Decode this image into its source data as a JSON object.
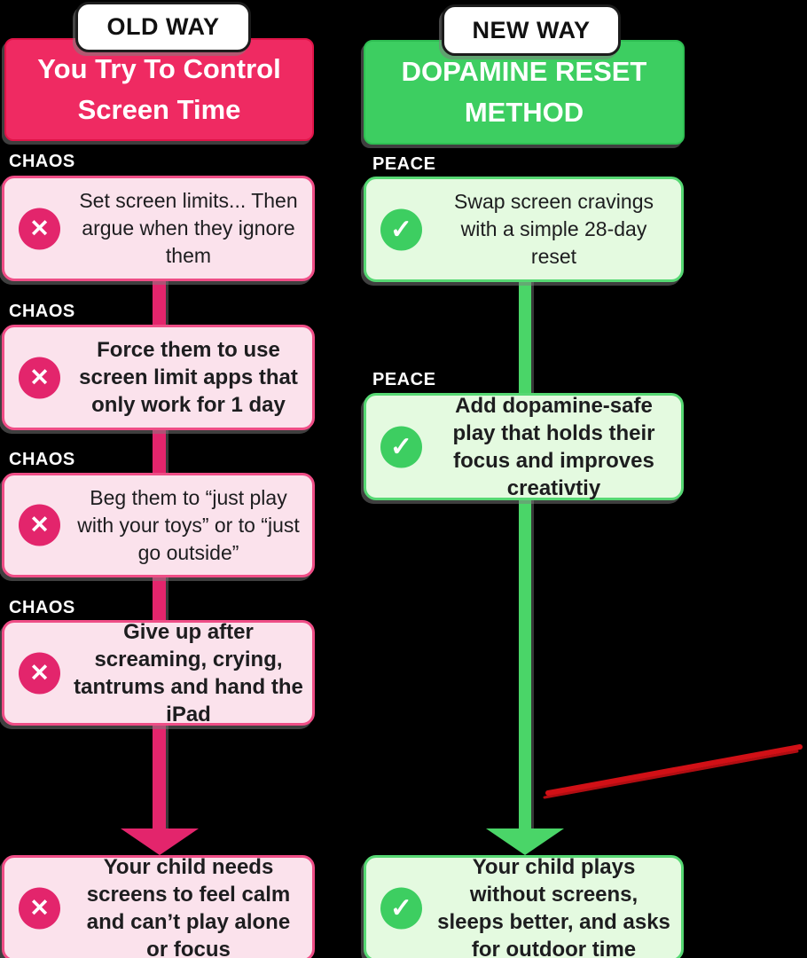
{
  "colors": {
    "pink_header": "#EF2A62",
    "pink_border": "#E01448",
    "pink_card_bg": "#FBE2EC",
    "pink_card_border": "#EF4D86",
    "pink_accent": "#E3256C",
    "green_header": "#3DCE61",
    "green_card_bg": "#E4FAE0",
    "green_card_border": "#56D873",
    "green_accent": "#4AD568",
    "red_stroke": "#D11016",
    "text_dark": "#1D1D1F"
  },
  "icons": {
    "cross": "✕",
    "check": "✓"
  },
  "old_way": {
    "badge": "OLD WAY",
    "header_line1": "You Try To Control",
    "header_line2": "Screen Time",
    "step_label": "CHAOS",
    "steps": [
      {
        "text": "Set screen limits... Then argue when they ignore them"
      },
      {
        "text": "Force them to use screen limit apps that only work for 1 day"
      },
      {
        "text": "Beg them to “just play with your toys” or to “just go outside”"
      },
      {
        "text": "Give up after screaming, crying, tantrums and hand the iPad"
      }
    ],
    "result": "Your child needs screens to feel calm and can’t play alone or focus"
  },
  "new_way": {
    "badge": "NEW WAY",
    "header_line1": "DOPAMINE RESET",
    "header_line2": "METHOD",
    "step_label": "PEACE",
    "steps": [
      {
        "text": "Swap screen cravings with a simple 28-day reset"
      },
      {
        "text": "Add dopamine-safe play that holds their focus and improves creativtiy"
      }
    ],
    "result": "Your child plays without screens, sleeps better, and asks for outdoor time"
  }
}
